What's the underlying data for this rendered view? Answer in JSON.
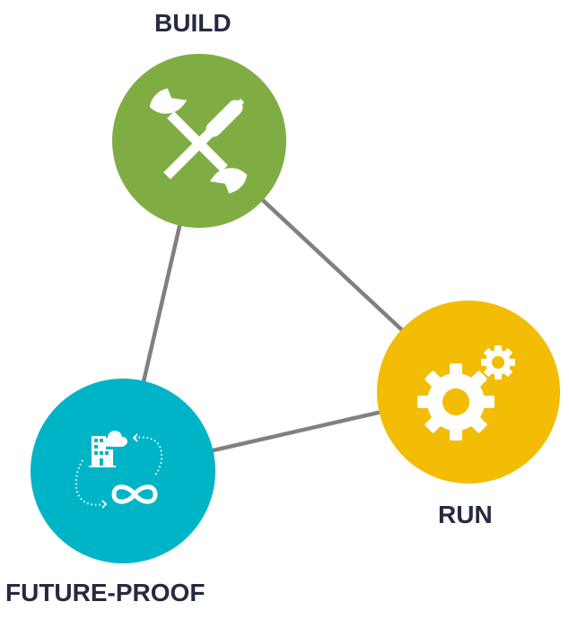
{
  "nodes": {
    "build": {
      "label": "BUILD",
      "color": "#80ad43",
      "icon": "wrench-screwdriver-icon"
    },
    "run": {
      "label": "RUN",
      "color": "#f3bc05",
      "icon": "gears-icon"
    },
    "future_proof": {
      "label": "FUTURE-PROOF",
      "color": "#00b4c8",
      "icon": "building-cloud-infinity-icon"
    }
  },
  "edge_color": "#808080"
}
